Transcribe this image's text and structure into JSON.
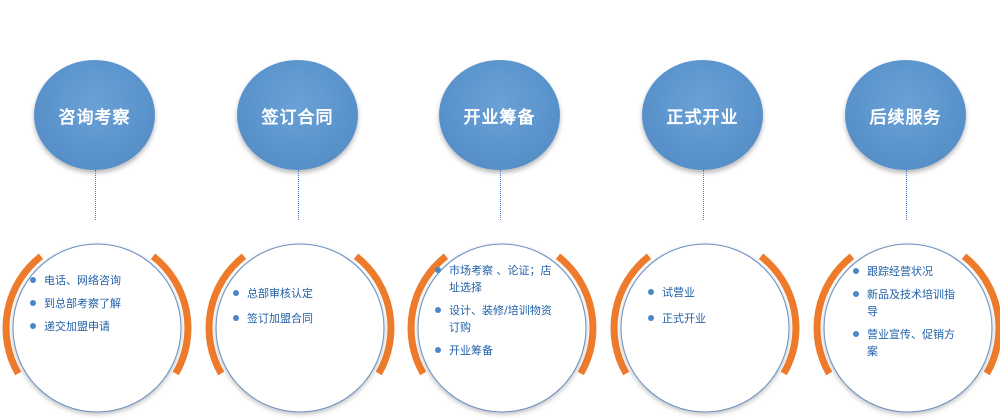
{
  "colors": {
    "head_fill": "#5b94cd",
    "connector": "#4a7fbf",
    "ring_outline": "#6a8fbf",
    "arc_accent": "#ee7a2b",
    "item_text": "#1f5fa8",
    "bullet": "#4a86c8"
  },
  "steps": [
    {
      "title": "咨询考察",
      "items": [
        "电话、网络咨询",
        "到总部考察了解",
        "递交加盟申请"
      ]
    },
    {
      "title": "签订合同",
      "items": [
        "总部审核认定",
        "签订加盟合同"
      ]
    },
    {
      "title": "开业筹备",
      "items": [
        "市场考察 、论证；店址选择",
        "设计、装修/培训物资订购",
        "开业筹备"
      ]
    },
    {
      "title": "正式开业",
      "items": [
        "试营业",
        "正式开业"
      ]
    },
    {
      "title": "后续服务",
      "items": [
        "跟踪经营状况",
        "新品及技术培训指导",
        "营业宣传、促销方案"
      ]
    }
  ]
}
